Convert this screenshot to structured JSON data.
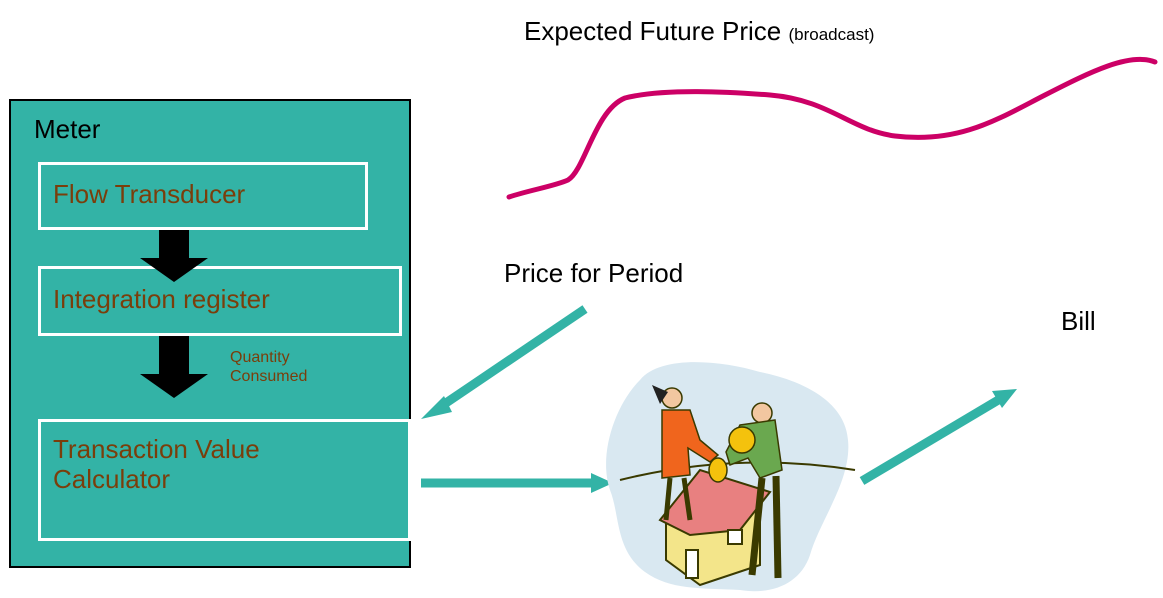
{
  "meter": {
    "title": "Meter",
    "flow_transducer": "Flow Transducer",
    "integration_register": "Integration register",
    "quantity_consumed_line1": "Quantity",
    "quantity_consumed_line2": "Consumed",
    "calculator_line1": "Transaction Value",
    "calculator_line2": "Calculator"
  },
  "labels": {
    "expected_future_price": "Expected Future Price",
    "broadcast": "(broadcast)",
    "price_for_period": "Price for Period",
    "bill": "Bill"
  },
  "colors": {
    "meter_fill": "#33b3a6",
    "box_text": "#7a3e0b",
    "arrow_teal": "#33b3a6",
    "price_curve": "#cc0066"
  },
  "icons": [
    "down-arrow-icon",
    "teal-arrow-icon",
    "people-house-clipart-icon"
  ]
}
